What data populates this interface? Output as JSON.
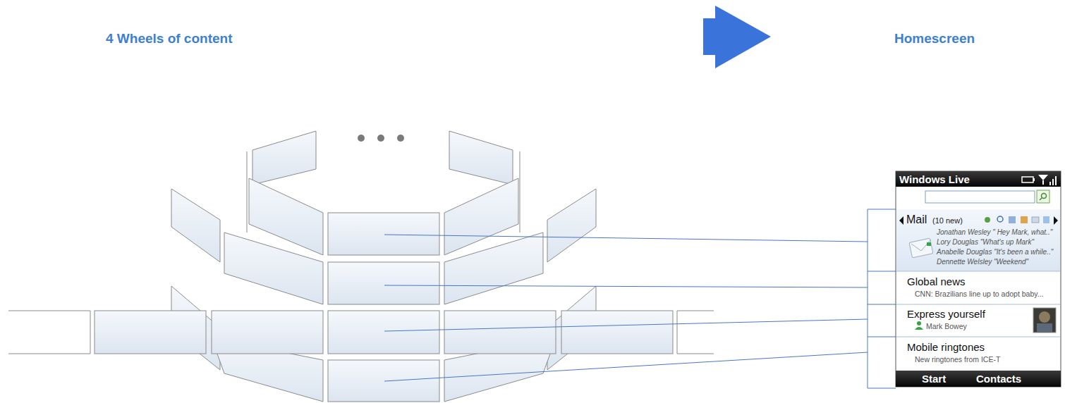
{
  "diagram": {
    "nodes": [
      {
        "text": [
          "Windows Live",
          "Start",
          "Contacts"
        ]
      },
      {
        "text": [
          "Mail",
          "(10 new)",
          "Jonathan Wesley \" Hey Mark, what..\"",
          "Lory Douglas \"What's up Mark\"",
          "Anabelle Douglas \"It's been a while..\"",
          "Dennette Welsley \"Weekend\""
        ],
        "in": 0
      },
      {
        "text": [
          "Global news",
          "CNN: Brazilians line up to adopt baby..."
        ],
        "in": 0
      },
      {
        "text": [
          "Express yourself",
          "Mark Bowey"
        ],
        "in": 0
      },
      {
        "text": [
          "Mobile ringtones",
          "New ringtones from ICE-T"
        ],
        "in": 0
      }
    ],
    "labels": [
      "4 Wheels of content",
      "Homescreen"
    ]
  }
}
